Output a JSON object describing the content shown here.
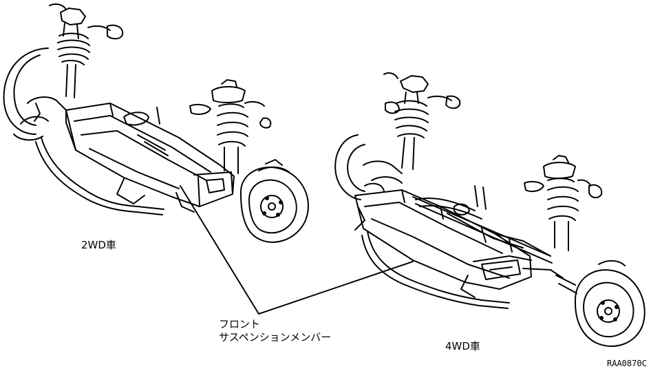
{
  "labels": {
    "left_vehicle": "2WD車",
    "right_vehicle": "4WD車",
    "part_line1": "フロント",
    "part_line2": "サスペンションメンバー",
    "figure_code": "RAA0870C"
  },
  "colors": {
    "line": "#000000",
    "background": "#ffffff"
  }
}
